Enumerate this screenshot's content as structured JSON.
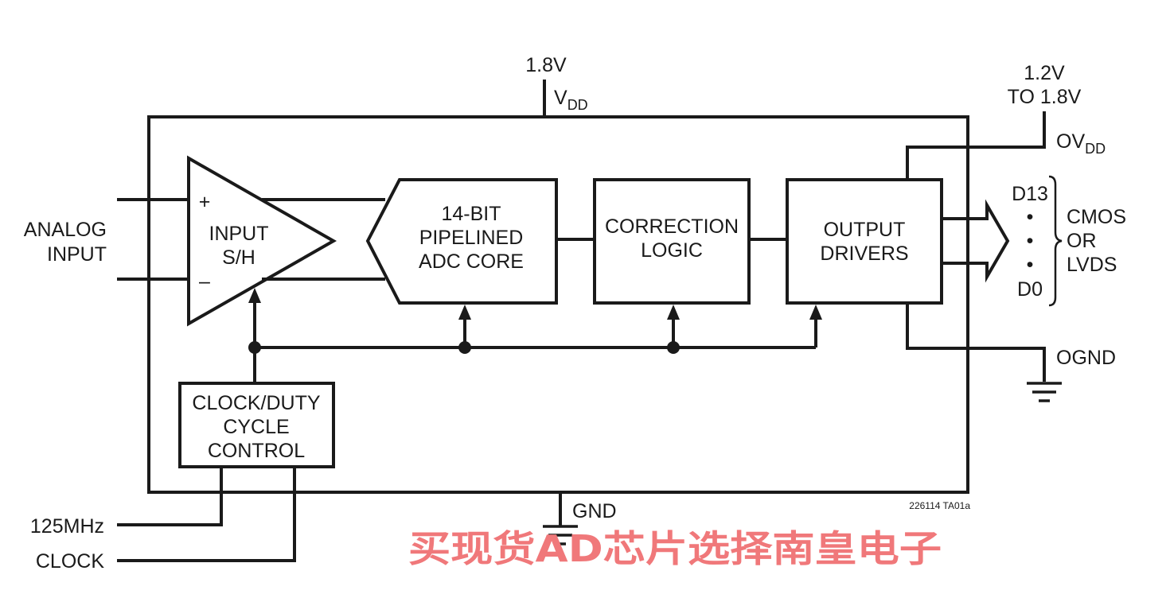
{
  "supply": {
    "vdd_voltage": "1.8V",
    "vdd_label": "V",
    "vdd_sub": "DD",
    "ovdd_voltage_line1": "1.2V",
    "ovdd_voltage_line2": "TO 1.8V",
    "ovdd_label": "OV",
    "ovdd_sub": "DD",
    "gnd_label": "GND",
    "ognd_label": "OGND"
  },
  "inputs": {
    "analog_line1": "ANALOG",
    "analog_line2": "INPUT",
    "plus_sign": "+",
    "minus_sign": "–",
    "clock_line1": "125MHz",
    "clock_line2": "CLOCK"
  },
  "blocks": {
    "sh_line1": "INPUT",
    "sh_line2": "S/H",
    "adc_line1": "14-BIT",
    "adc_line2": "PIPELINED",
    "adc_line3": "ADC CORE",
    "correction_line1": "CORRECTION",
    "correction_line2": "LOGIC",
    "drivers_line1": "OUTPUT",
    "drivers_line2": "DRIVERS",
    "clock_ctrl_line1": "CLOCK/DUTY",
    "clock_ctrl_line2": "CYCLE",
    "clock_ctrl_line3": "CONTROL"
  },
  "outputs": {
    "msb": "D13",
    "lsb": "D0",
    "bullet": "•",
    "type_line1": "CMOS",
    "type_line2": "OR",
    "type_line3": "LVDS"
  },
  "figure_code": "226114 TA01a",
  "watermark": "买现货AD芯片选择南皇电子"
}
